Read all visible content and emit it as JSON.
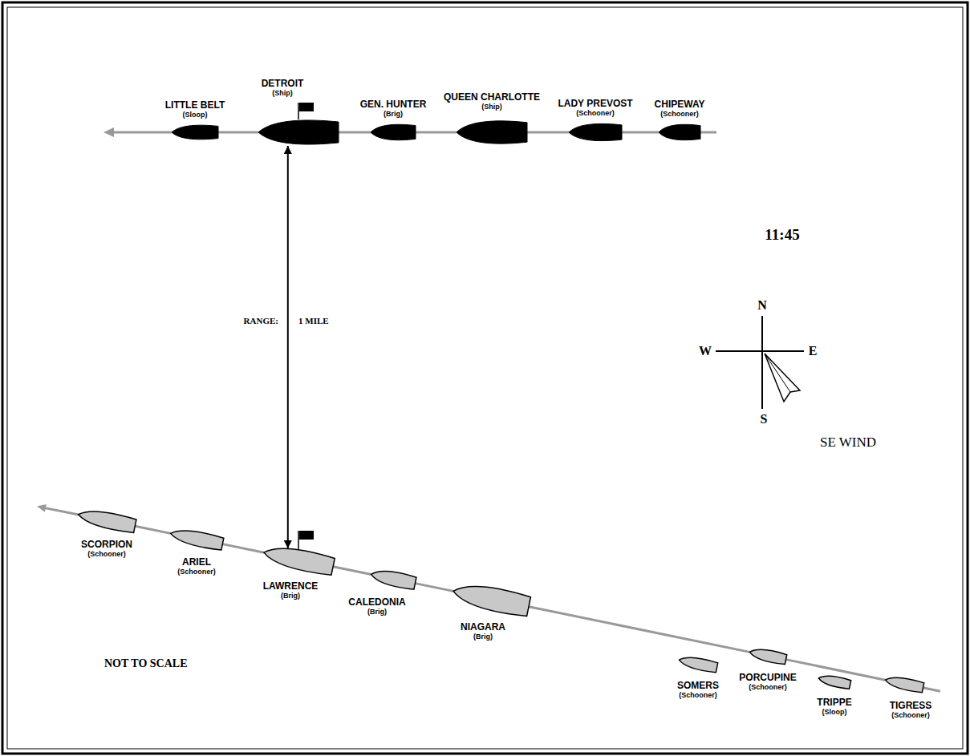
{
  "diagram": {
    "nodes": [
      {
        "text": [
          "LITTLE BELT",
          "(Sloop)"
        ]
      },
      {
        "text": [
          "DETROIT",
          "(Ship)"
        ]
      },
      {
        "text": [
          "GEN. HUNTER",
          "(Brig)"
        ]
      },
      {
        "text": [
          "QUEEN CHARLOTTE",
          "(Ship)"
        ]
      },
      {
        "text": [
          "LADY PREVOST",
          "(Schooner)"
        ]
      },
      {
        "text": [
          "CHIPEWAY",
          "(Schooner)"
        ]
      },
      {
        "text": [
          "SCORPION",
          "(Schooner)"
        ]
      },
      {
        "text": [
          "ARIEL",
          "(Schooner)"
        ]
      },
      {
        "text": [
          "LAWRENCE",
          "(Brig)"
        ]
      },
      {
        "text": [
          "CALEDONIA",
          "(Brig)"
        ]
      },
      {
        "text": [
          "NIAGARA",
          "(Brig)"
        ]
      },
      {
        "text": [
          "SOMERS",
          "(Schooner)"
        ]
      },
      {
        "text": [
          "PORCUPINE",
          "(Schooner)"
        ]
      },
      {
        "text": [
          "TRIPPE",
          "(Sloop)"
        ]
      },
      {
        "text": [
          "TIGRESS",
          "(Schooner)"
        ]
      }
    ],
    "edges": [
      {
        "from": 0,
        "to": 1,
        "arrow": "none"
      },
      {
        "from": 1,
        "to": 2,
        "arrow": "none"
      },
      {
        "from": 2,
        "to": 3,
        "arrow": "none"
      },
      {
        "from": 3,
        "to": 4,
        "arrow": "none"
      },
      {
        "from": 4,
        "to": 5,
        "arrow": "none"
      },
      {
        "from": 6,
        "to": 7,
        "arrow": "none"
      },
      {
        "from": 7,
        "to": 8,
        "arrow": "none"
      },
      {
        "from": 8,
        "to": 9,
        "arrow": "none"
      },
      {
        "from": 9,
        "to": 10,
        "arrow": "none"
      },
      {
        "from": 10,
        "to": 12,
        "arrow": "none"
      },
      {
        "from": 12,
        "to": 14,
        "arrow": "none"
      },
      {
        "from": 1,
        "to": 8,
        "arrow": "both"
      }
    ],
    "labels": [
      "RANGE:",
      "1 MILE",
      "11:45",
      "N",
      "W",
      "E",
      "S",
      "SE WIND",
      "NOT TO SCALE"
    ]
  }
}
